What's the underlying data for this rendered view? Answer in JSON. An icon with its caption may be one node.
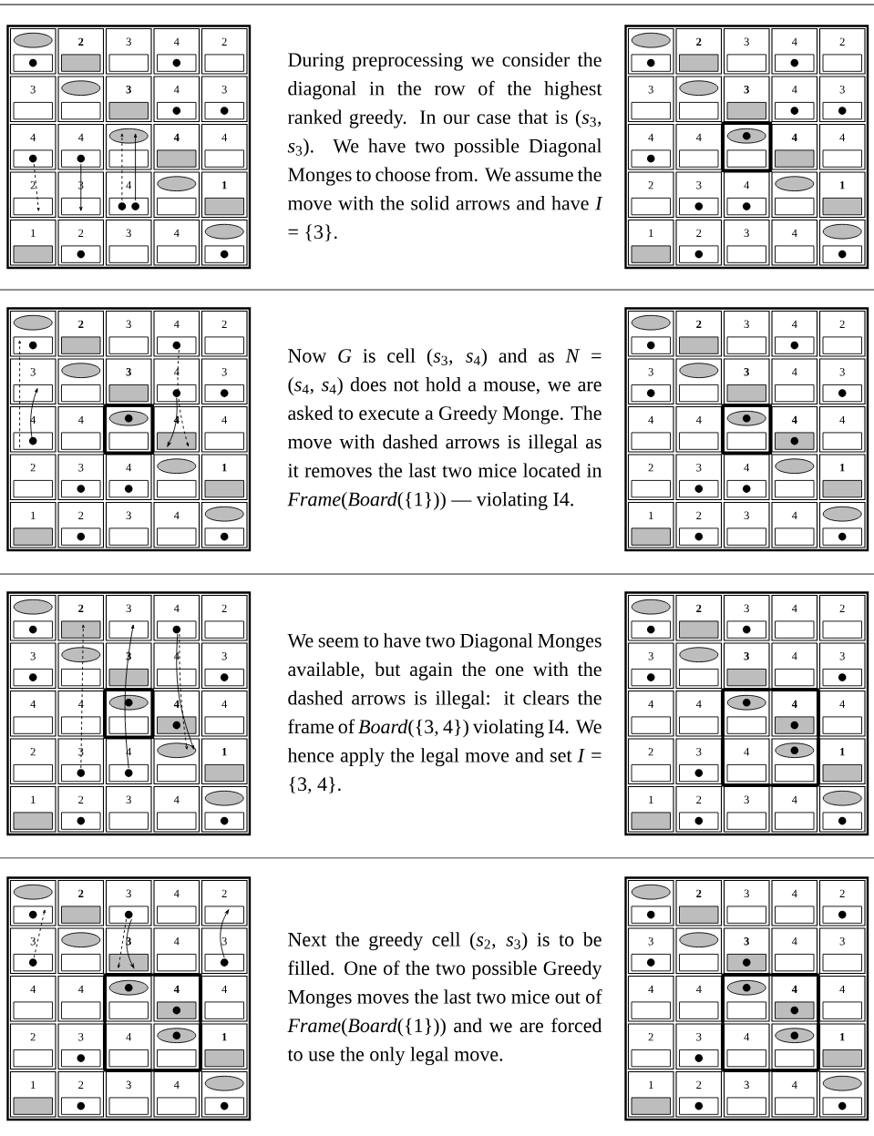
{
  "diagram": {
    "labels": [
      "2",
      "3",
      "4",
      "2",
      "3",
      "3",
      "4",
      "3",
      "4",
      "4",
      "4",
      "4",
      "2",
      "3",
      "4",
      "1",
      "1",
      "2",
      "3",
      "4",
      "During preprocessing we consider the diagonal in the row of the highest ranked greedy. In our case that is (*s*$_{3}$, *s*$_{3}$). We have two possible Diagonal Monges to choose from. We assume the move with the solid arrows and have *I* = {3}.",
      "2",
      "3",
      "4",
      "2",
      "3",
      "3",
      "4",
      "3",
      "4",
      "4",
      "4",
      "4",
      "2",
      "3",
      "4",
      "1",
      "1",
      "2",
      "3",
      "4",
      "2",
      "3",
      "4",
      "2",
      "3",
      "3",
      "4",
      "3",
      "4",
      "4",
      "4",
      "4",
      "2",
      "3",
      "4",
      "1",
      "1",
      "2",
      "3",
      "4",
      "Now *G* is cell (*s*$_{3}$, *s*$_{4}$) and as *N* = (*s*$_{4}$, *s*$_{4}$) does not hold a mouse, we are asked to execute a Greedy Monge. The move with dashed arrows is illegal as it removes the last two mice located in *Frame*(*Board*({1})) — violating I4.",
      "2",
      "3",
      "4",
      "2",
      "3",
      "3",
      "4",
      "3",
      "4",
      "4",
      "4",
      "4",
      "2",
      "3",
      "4",
      "1",
      "1",
      "2",
      "3",
      "4",
      "2",
      "3",
      "4",
      "2",
      "3",
      "3",
      "4",
      "3",
      "4",
      "4",
      "4",
      "4",
      "2",
      "3",
      "4",
      "1",
      "1",
      "2",
      "3",
      "4",
      "We seem to have two Diagonal Monges available, but again the one with the dashed arrows is illegal: it clears the frame of *Board*({3, 4}) violating I4. We hence apply the legal move and set *I* = {3, 4}.",
      "2",
      "3",
      "4",
      "2",
      "3",
      "3",
      "4",
      "3",
      "4",
      "4",
      "4",
      "4",
      "2",
      "3",
      "4",
      "1",
      "1",
      "2",
      "3",
      "4",
      "2",
      "3",
      "4",
      "2",
      "3",
      "3",
      "4",
      "3",
      "4",
      "4",
      "4",
      "4",
      "2",
      "3",
      "4",
      "1",
      "1",
      "2",
      "3",
      "4",
      "Next the greedy cell (*s*$_{2}$, *s*$_{3}$) is to be filled. One of the two possible Greedy Monges moves the last two mice out of *Frame*(*Board*({1})) and we are forced to use the only legal move.",
      "2",
      "3",
      "4",
      "2",
      "3",
      "3",
      "4",
      "3",
      "4",
      "4",
      "4",
      "4",
      "2",
      "3",
      "4",
      "1",
      "1",
      "2",
      "3",
      "4"
    ]
  }
}
